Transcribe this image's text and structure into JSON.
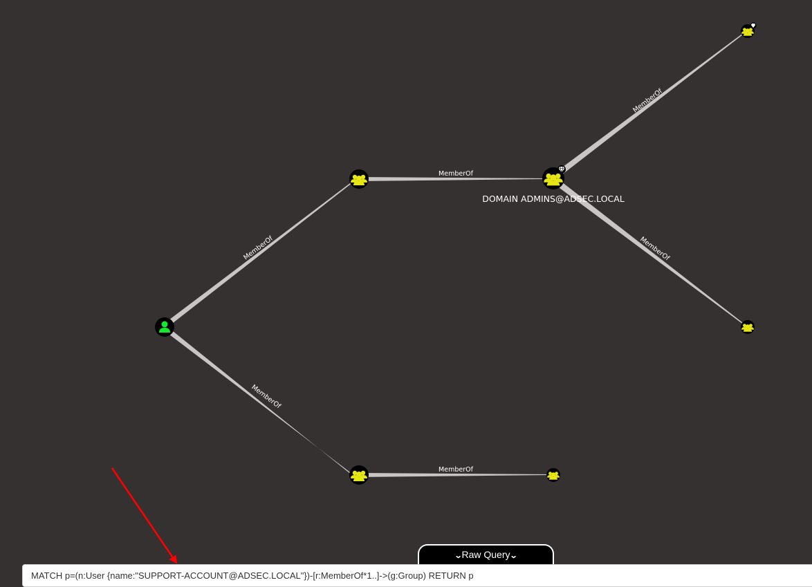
{
  "graph": {
    "edge_label": "MemberOf",
    "domain_admins_label": "DOMAIN ADMINS@ADSEC.LOCAL",
    "colors": {
      "background": "#363131",
      "edge": "#c9c5c5",
      "user_icon": "#12ea2c",
      "group_icon": "#e6e614",
      "node_fill": "#000000",
      "high_value_badge": "#ffffff"
    },
    "icons": {
      "user": "user-icon",
      "group": "group-icon",
      "high_value": "diamond-icon"
    }
  },
  "query_bar": {
    "toggle_label": "Raw Query",
    "value": "MATCH p=(n:User {name:\"SUPPORT-ACCOUNT@ADSEC.LOCAL\"})-[r:MemberOf*1..]->(g:Group) RETURN p"
  },
  "annotation": {
    "arrow_color": "#ff0000"
  }
}
